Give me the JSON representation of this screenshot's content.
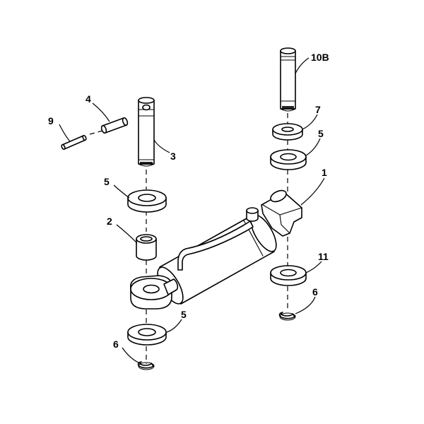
{
  "callouts": {
    "c1": "1",
    "c2": "2",
    "c3": "3",
    "c4": "4",
    "c5a": "5",
    "c5b": "5",
    "c5c": "5",
    "c6a": "6",
    "c6b": "6",
    "c7": "7",
    "c9": "9",
    "c10b": "10B",
    "c11": "11"
  }
}
